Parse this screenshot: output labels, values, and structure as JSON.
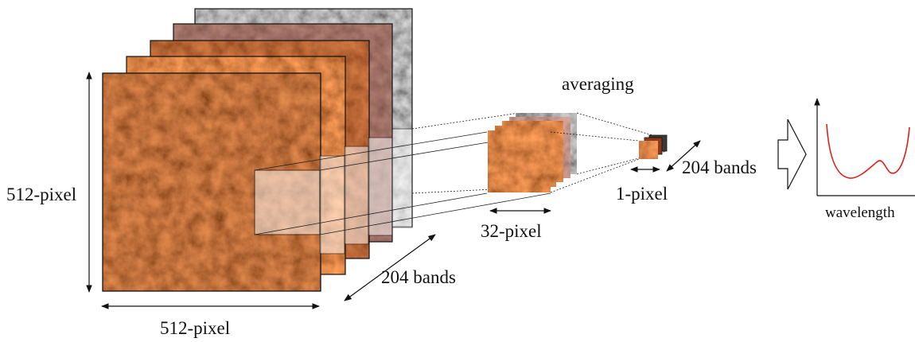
{
  "labels": {
    "height_512": "512-pixel",
    "width_512": "512-pixel",
    "bands_large": "204 bands",
    "averaging": "averaging",
    "width_32": "32-pixel",
    "width_1": "1-pixel",
    "bands_small": "204 bands",
    "wavelength": "wavelength"
  },
  "colors": {
    "spectrum_curve": "#e0201a",
    "soil_dark": "#3a0d04",
    "soil_mid": "#9a3312",
    "soil_light": "#c8541c",
    "gray_band": "#4a4a4a"
  }
}
